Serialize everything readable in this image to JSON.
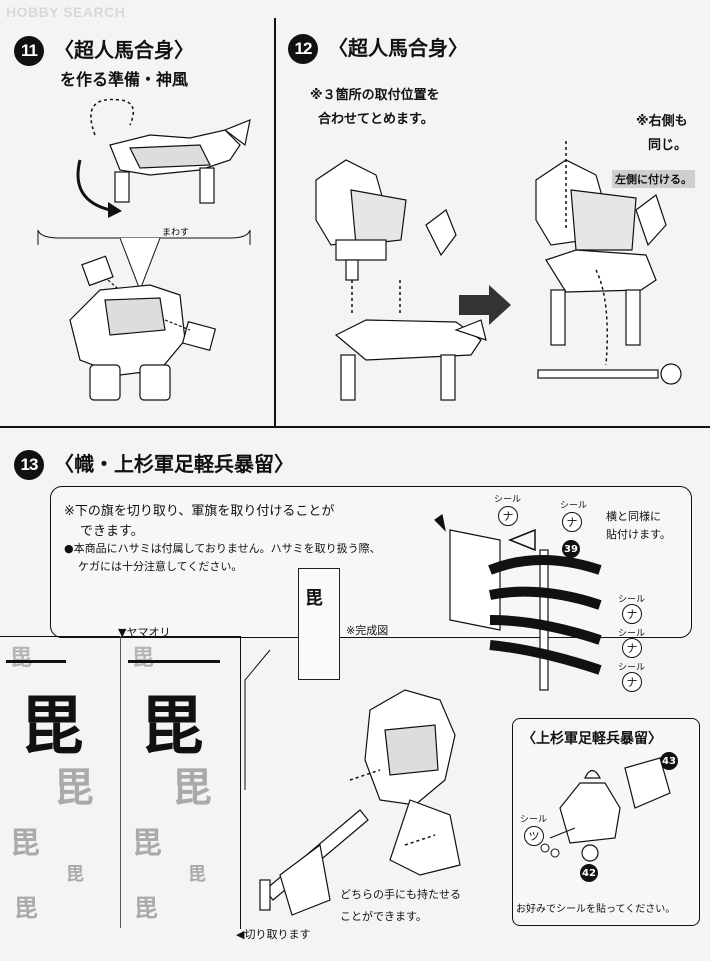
{
  "header": {
    "logo_text": "HOBBY SEARCH"
  },
  "step11": {
    "number": "11",
    "title": "〈超人馬合身〉",
    "subtitle": "を作る準備・神風",
    "label_rotate": "まわす"
  },
  "step12": {
    "number": "12",
    "title": "〈超人馬合身〉",
    "note_line1": "※３箇所の取付位置を",
    "note_line2": "合わせてとめます。",
    "side_note_line1": "※右側も",
    "side_note_line2": "同じ。",
    "left_side_label": "左側に付ける。"
  },
  "step13": {
    "number": "13",
    "title": "〈幟・上杉軍足軽兵暴留〉",
    "note_line1": "※下の旗を切り取り、軍旗を取り付けることが",
    "note_line2": "できます。",
    "warning_line1": "●本商品にハサミは付属しておりません。ハサミを取り扱う際、",
    "warning_line2": "ケガには十分注意してください。",
    "complete_label": "※完成図",
    "seal_label": "シール",
    "seal_char": "ナ",
    "seal_char_tsu": "ツ",
    "same_note_line1": "横と同様に",
    "same_note_line2": "貼付けます。",
    "part_39": "39",
    "part_42": "42",
    "part_43": "43",
    "mountain_fold": "▼ヤマオリ",
    "cut_label": "◀切り取ります",
    "hand_note_line1": "どちらの手にも持たせる",
    "hand_note_line2": "ことができます。",
    "subbox_title": "〈上杉軍足軽兵暴留〉",
    "subbox_note": "お好みでシールを貼ってください。",
    "flag_char": "毘"
  }
}
